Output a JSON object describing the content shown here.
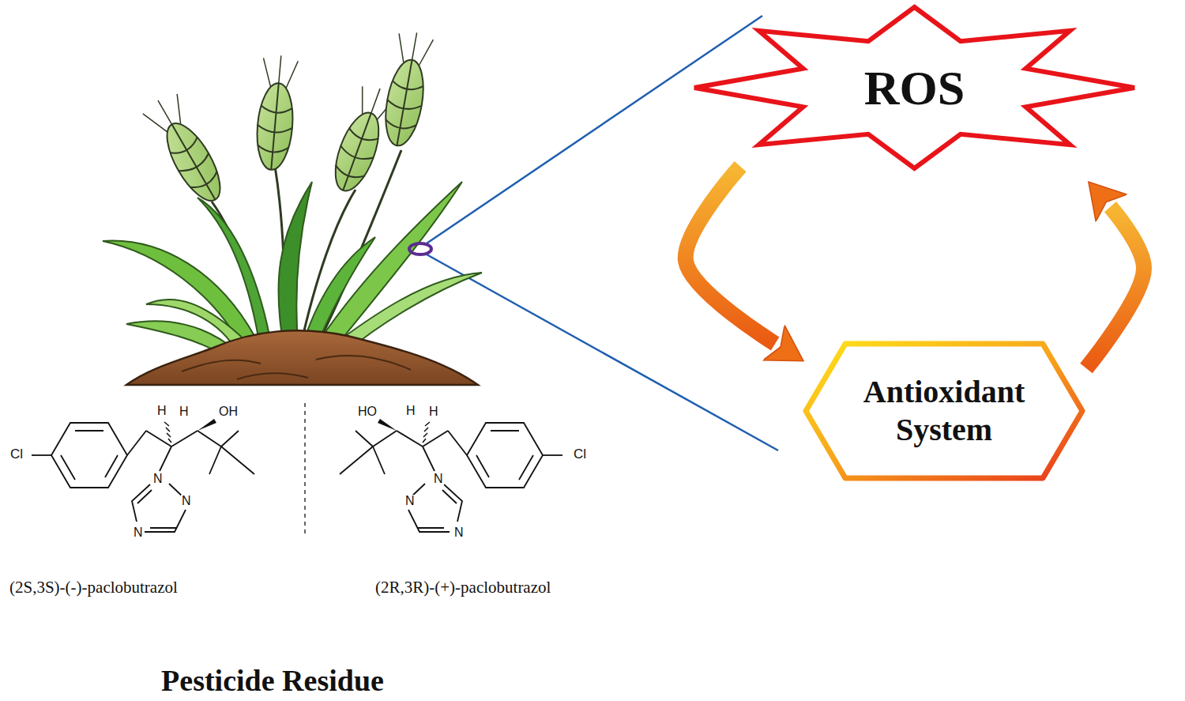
{
  "diagram": {
    "nodes": [
      {
        "text": [
          "ROS"
        ]
      },
      {
        "text": [
          "Antioxidant System"
        ]
      }
    ],
    "edges": [
      {
        "from": 0,
        "to": 1,
        "arrow": "to"
      },
      {
        "from": 1,
        "to": 0,
        "arrow": "to"
      }
    ],
    "labels": [
      "Cl",
      "H",
      "H",
      "OH",
      "N",
      "N",
      "N",
      "HO",
      "H",
      "H",
      "Cl",
      "N",
      "N",
      "N",
      "(2S,3S)-(-)-paclobutrazol",
      "(2R,3R)-(+)-paclobutrazol",
      "Pesticide Residue"
    ]
  }
}
